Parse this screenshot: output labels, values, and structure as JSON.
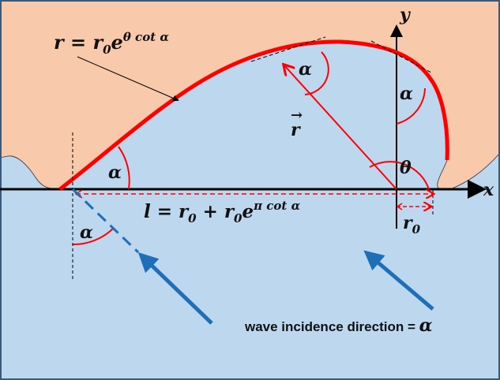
{
  "colors": {
    "land": "#f8c9aa",
    "water": "#bdd7ee",
    "curve": "#ff0000",
    "wave": "#1f6fb8",
    "axis": "#000000"
  },
  "labels": {
    "formula_r": "r = r",
    "formula_r_sub": "0",
    "formula_r_e": "e",
    "formula_r_exp": "θ cot α",
    "vector_r": "r",
    "vector_arrow": "→",
    "axis_x": "x",
    "axis_y": "y",
    "theta": "θ",
    "alpha_top": "α",
    "alpha_right": "α",
    "alpha_left": "α",
    "alpha_wave": "α",
    "length_l": "l = r",
    "length_sub1": "0",
    "length_plus": " + r",
    "length_sub2": "0",
    "length_e": "e",
    "length_exp": "π cot α",
    "r0": "r",
    "r0_sub": "0",
    "wave_caption": "wave incidence direction = ",
    "wave_caption_symbol": "α"
  }
}
